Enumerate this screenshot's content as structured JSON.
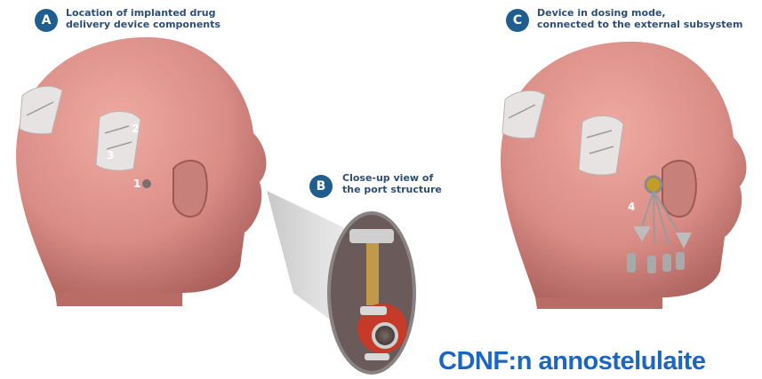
{
  "panels": {
    "a": {
      "letter": "A",
      "caption_line1": "Location of implanted drug",
      "caption_line2": "delivery device components"
    },
    "b": {
      "letter": "B",
      "caption_line1": "Close-up view of",
      "caption_line2": "the port structure"
    },
    "c": {
      "letter": "C",
      "caption_line1": "Device in dosing mode,",
      "caption_line2": "connected to the external subsystem"
    }
  },
  "labels": {
    "n1": "1",
    "n2": "2",
    "n3": "3",
    "n4": "4"
  },
  "footer_title": "CDNF:n annostelulaite",
  "colors": {
    "badge": "#1f5e8e",
    "caption": "#2e4e73",
    "skin": "#d98c86",
    "title": "#1a66c2"
  },
  "icons": [
    "circle-badge-icon",
    "head-illustration",
    "port-icon",
    "catheter-icon",
    "connector-icon"
  ]
}
